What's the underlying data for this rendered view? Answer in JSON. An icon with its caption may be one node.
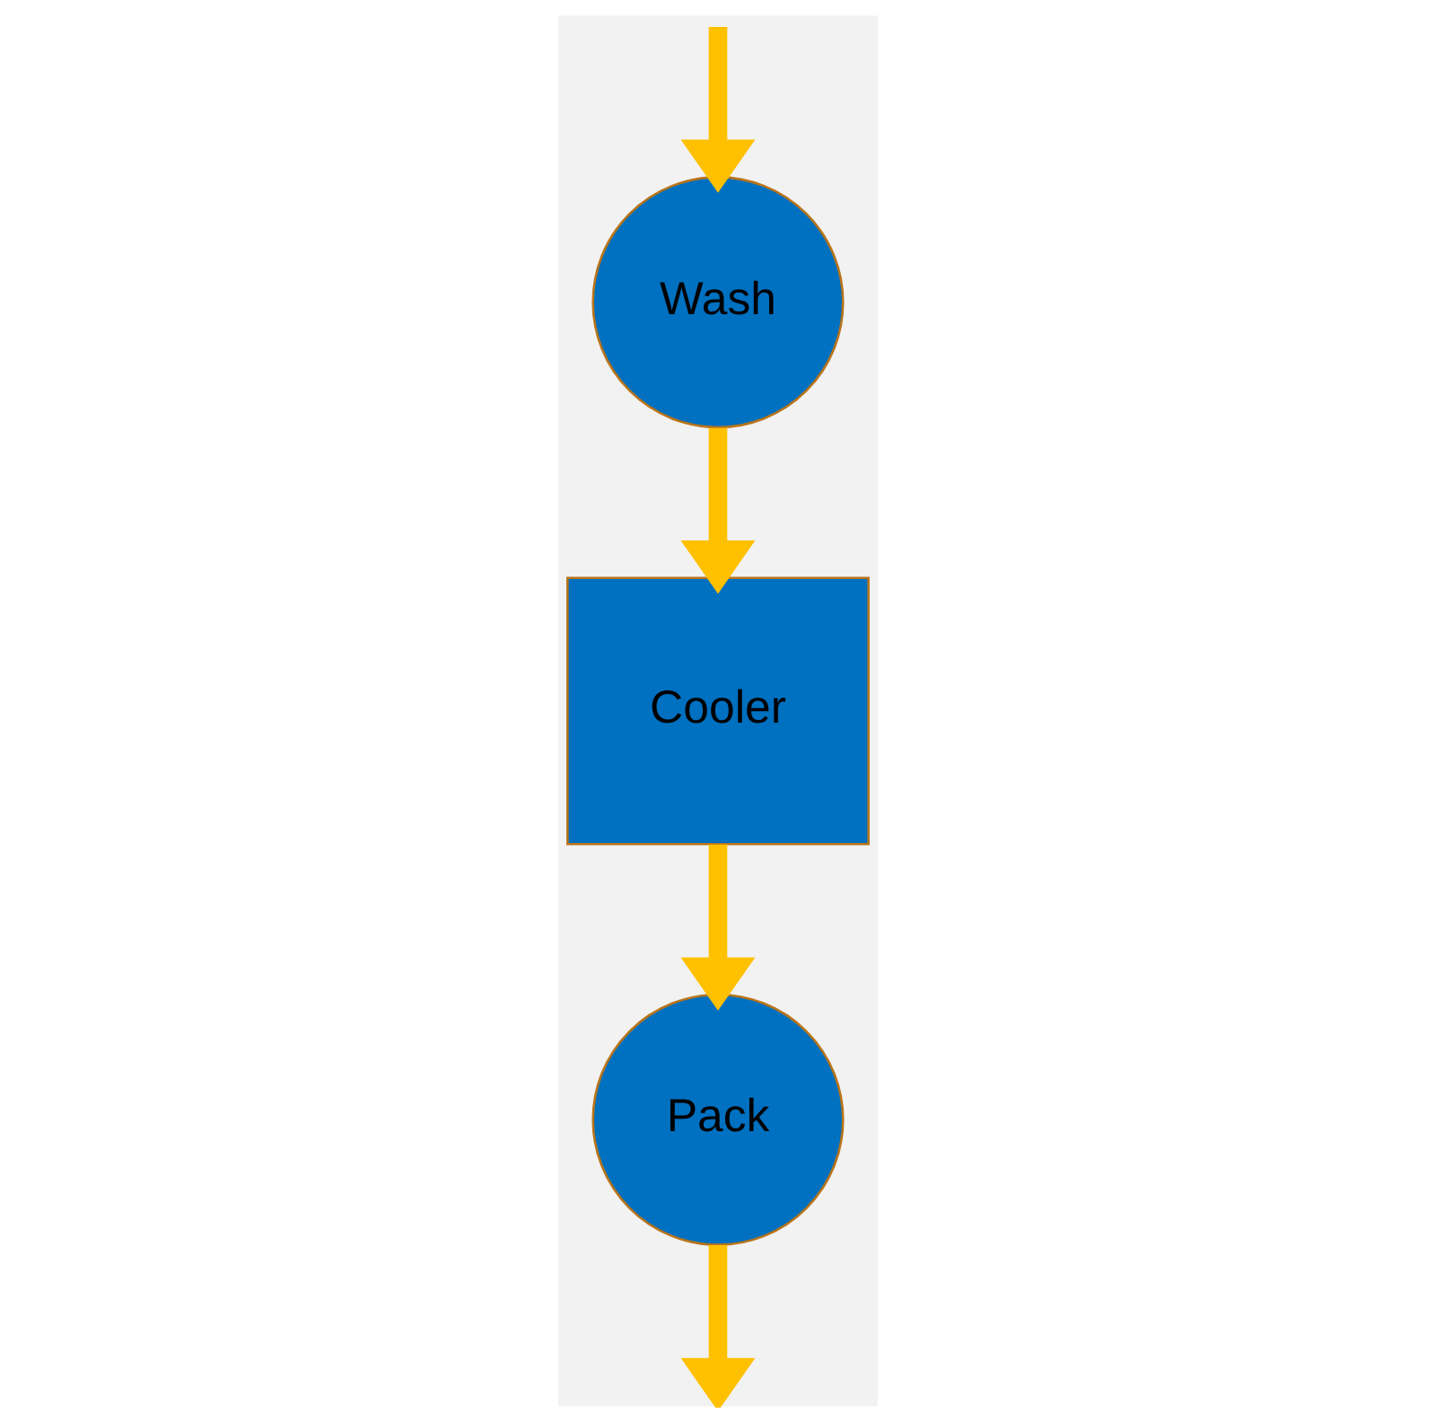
{
  "diagram": {
    "nodes": [
      {
        "text": [
          "Cooler"
        ]
      },
      {
        "text": [
          "Pack"
        ]
      },
      {
        "text": [
          "Wash"
        ]
      }
    ],
    "edges": [
      {
        "from": 0,
        "to": 1,
        "arrow": "to"
      },
      {
        "from": 2,
        "to": 0,
        "arrow": "to"
      },
      {
        "from": 1,
        "to": null,
        "arrow": "to"
      },
      {
        "from": null,
        "to": 2,
        "arrow": "to"
      }
    ]
  }
}
